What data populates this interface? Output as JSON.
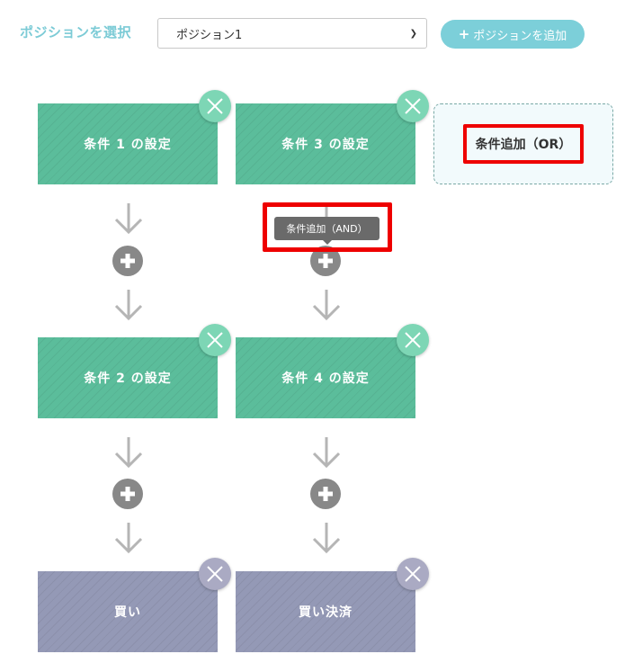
{
  "header": {
    "position_label": "ポジションを選択",
    "position_select_value": "ポジション1",
    "add_position_button": "ポジションを追加",
    "add_position_icon": "plus-icon"
  },
  "columns": [
    {
      "conditions": [
        {
          "label": "条件 1 の設定"
        },
        {
          "label": "条件 2 の設定"
        }
      ],
      "action": {
        "label": "買い"
      }
    },
    {
      "conditions": [
        {
          "label": "条件 3 の設定"
        },
        {
          "label": "条件 4 の設定"
        }
      ],
      "action": {
        "label": "買い決済"
      }
    }
  ],
  "add_or": {
    "label": "条件追加（OR）"
  },
  "tooltip": {
    "label": "条件追加（AND）"
  },
  "colors": {
    "condition_card": "#5bbd9b",
    "condition_close": "#7dd6b5",
    "action_card": "#9499b6",
    "action_close": "#aaaac3",
    "accent": "#7ccfd9",
    "highlight": "#ee0000"
  }
}
